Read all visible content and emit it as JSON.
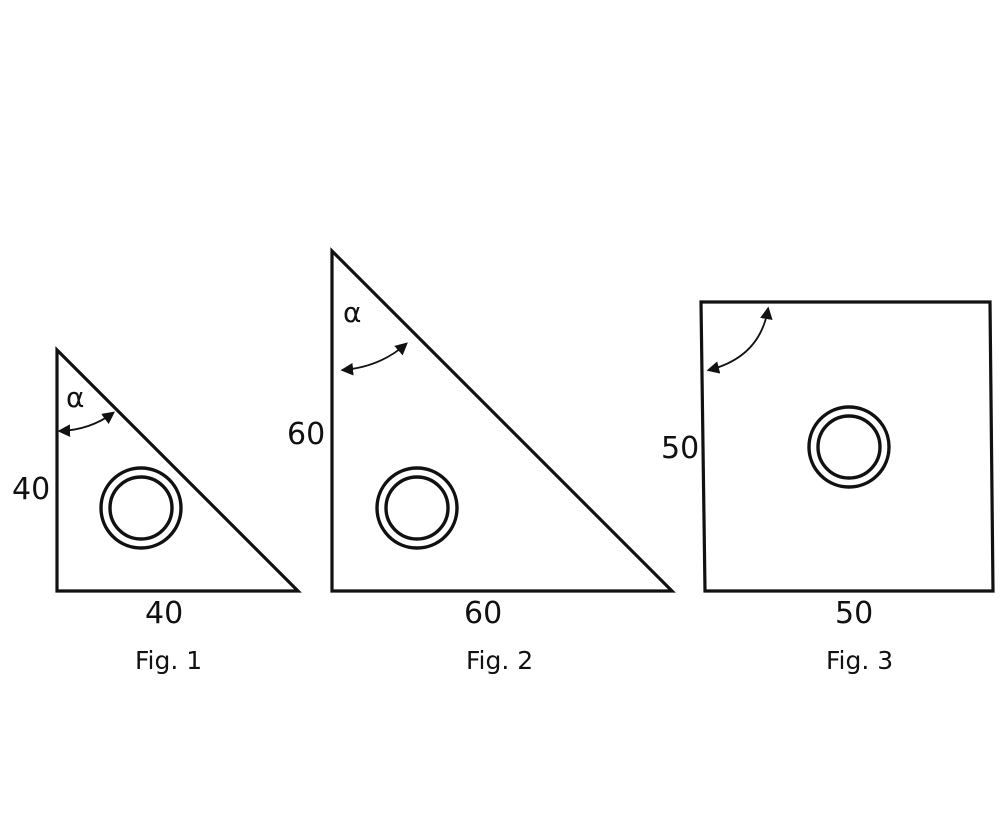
{
  "figures": [
    {
      "shape": "right-triangle",
      "caption": "Fig. 1",
      "side_label": "40",
      "base_label": "40",
      "angle_label": "α"
    },
    {
      "shape": "right-triangle",
      "caption": "Fig. 2",
      "side_label": "60",
      "base_label": "60",
      "angle_label": "α"
    },
    {
      "shape": "square",
      "caption": "Fig. 3",
      "side_label": "50",
      "base_label": "50",
      "angle_label": ""
    }
  ],
  "colors": {
    "stroke": "#111111",
    "background": "#ffffff"
  }
}
